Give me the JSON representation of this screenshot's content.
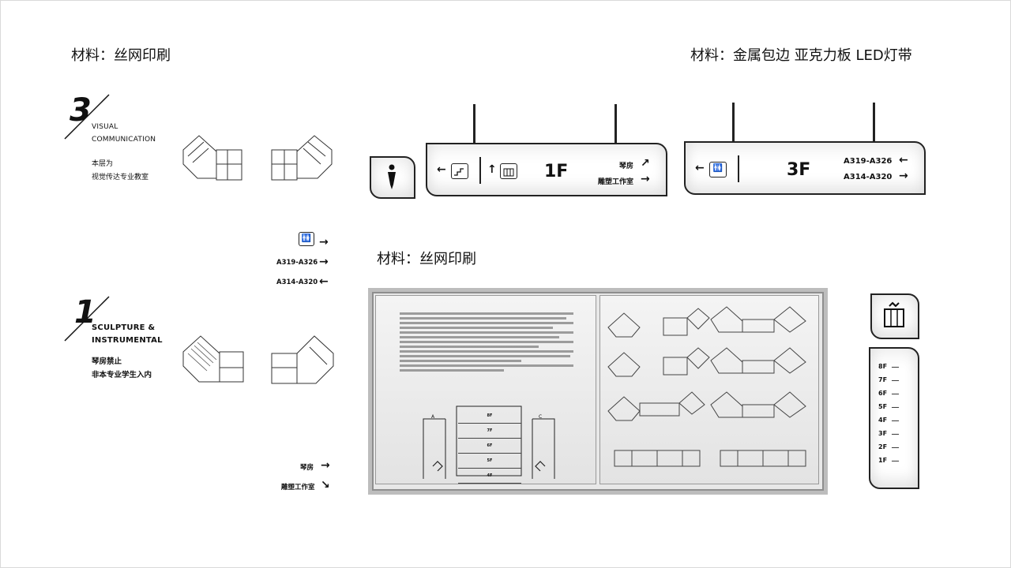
{
  "materials": {
    "top_left": "材料：丝网印刷",
    "top_right": "材料：金属包边  亚克力板 LED灯带",
    "mid": "材料：丝网印刷"
  },
  "section_3": {
    "number": "3",
    "title_line1": "VISUAL",
    "title_line2": "COMMUNICATION",
    "cn_line1": "本层为",
    "cn_line2": "视觉传达专业教室"
  },
  "section_1": {
    "number": "1",
    "title_line1": "SCULPTURE &",
    "title_line2": "INSTRUMENTAL",
    "cn_line1": "琴房禁止",
    "cn_line2": "非本专业学生入内"
  },
  "directory_3": [
    {
      "label": "",
      "icon": "restroom-icon",
      "arrow": "→"
    },
    {
      "label": "A319-A326",
      "arrow": "→"
    },
    {
      "label": "A314-A320",
      "arrow": "←"
    }
  ],
  "directory_1": [
    {
      "label": "琴房",
      "arrow": "→"
    },
    {
      "label": "雕塑工作室",
      "arrow": "↘"
    }
  ],
  "sign_1f": {
    "floor": "1F",
    "left_arrow": "←",
    "up_arrow": "↑",
    "room1": "琴房",
    "room1_arrow": "↗",
    "room2": "雕塑工作室",
    "room2_arrow": "→"
  },
  "sign_3f": {
    "floor": "3F",
    "left_arrow": "←",
    "range1": "A319-A326",
    "range1_arrow": "←",
    "range2": "A314-A320",
    "range2_arrow": "→"
  },
  "floor_directory": [
    {
      "floor": "8F"
    },
    {
      "floor": "7F"
    },
    {
      "floor": "6F"
    },
    {
      "floor": "5F"
    },
    {
      "floor": "4F"
    },
    {
      "floor": "3F"
    },
    {
      "floor": "2F"
    },
    {
      "floor": "1F"
    }
  ],
  "board_floors": [
    "8F",
    "7F",
    "6F",
    "5F",
    "4F"
  ],
  "board_letters": {
    "a": "A",
    "c": "C"
  }
}
